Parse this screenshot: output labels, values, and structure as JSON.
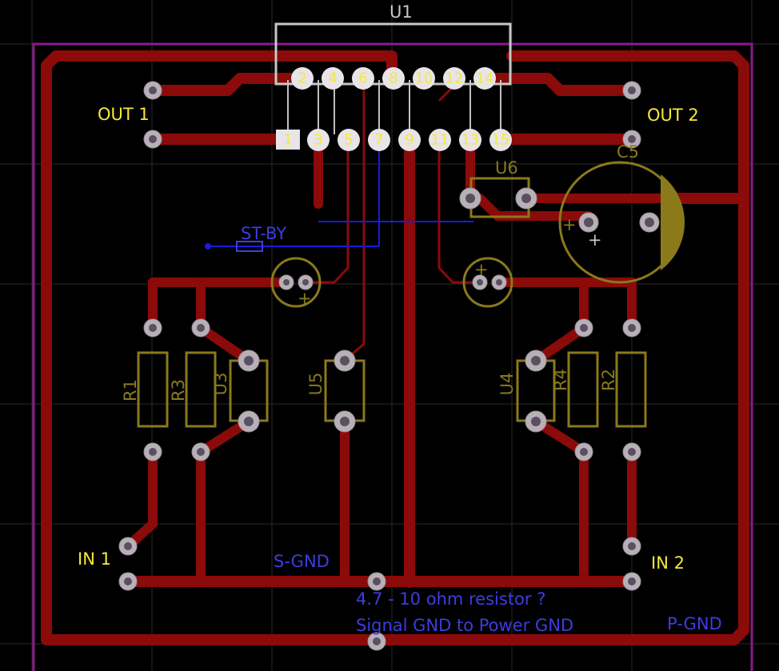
{
  "colors": {
    "background": "#000000",
    "grid": "#2a2a2a",
    "trace": "#8b0a0a",
    "outline": "#8a1a8a",
    "silk": "#8a7a1a",
    "pad": "#b8b0b8",
    "hole": "#5a5060",
    "label_yellow": "#f5e93a",
    "label_blue": "#3d3de0",
    "wire_blue": "#1a1ae0"
  },
  "component_u1": {
    "ref": "U1",
    "pins": [
      "1",
      "2",
      "3",
      "4",
      "5",
      "6",
      "7",
      "8",
      "9",
      "10",
      "11",
      "12",
      "13",
      "14",
      "15"
    ]
  },
  "labels": {
    "out1": "OUT 1",
    "out2": "OUT 2",
    "in1": "IN 1",
    "in2": "IN 2",
    "sgnd": "S-GND",
    "pgnd": "P-GND",
    "stby": "ST-BY",
    "note_line1": "4.7  -  10 ohm resistor ?",
    "note_line2": "Signal GND to Power GND"
  },
  "parts": {
    "r1": "R1",
    "r2": "R2",
    "r3": "R3",
    "r4": "R4",
    "u3": "U3",
    "u4": "U4",
    "u5": "U5",
    "u6": "U6",
    "c5": "C5"
  },
  "icons": {
    "plus": "+"
  }
}
